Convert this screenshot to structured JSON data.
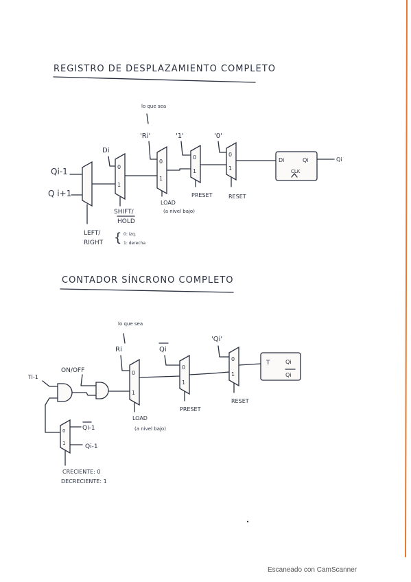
{
  "colors": {
    "ink": "#2a3140",
    "paper": "#fbfaf8",
    "edge": "#e57a2e"
  },
  "title1": "REGISTRO DE DESPLAZAMIENTO COMPLETO",
  "title2": "CONTADOR SÍNCRONO COMPLETO",
  "reg": {
    "q_prev": "Qi-1",
    "q_next": "Q i+1",
    "di": "Di",
    "lo_que_sea": "lo que sea",
    "ri_quote": "'Ri'",
    "one_quote": "'1'",
    "zero_quote": "'0'",
    "zero": "0",
    "one": "1",
    "left_right_1": "LEFT/",
    "left_right_2": "RIGHT",
    "lr_opt0": "0: izq.",
    "lr_opt1": "1: derecha",
    "shift_1": "SHIFT/",
    "shift_2": "HOLD",
    "load": "LOAD",
    "load_note": "(a nivel bajo)",
    "preset": "PRESET",
    "reset": "RESET",
    "ff_d": "Di",
    "ff_q": "Qi",
    "ff_clk": "CLK",
    "out_q": "Qi"
  },
  "cnt": {
    "ti": "Ti-1",
    "on_off": "ON/OFF",
    "lo_que_sea": "lo que sea",
    "ri": "Ri",
    "qi_bar": "Qi",
    "qi_quote": "'Qi'",
    "qi_prev_bar": "Qi-1",
    "qi_prev": "Qi-1",
    "zero": "0",
    "one": "1",
    "load": "LOAD",
    "load_note": "(a nivel bajo)",
    "preset": "PRESET",
    "reset": "RESET",
    "ff_t": "T",
    "ff_q": "Qi",
    "ff_qbar": "Qi",
    "mode0": "CRECIENTE: 0",
    "mode1": "DECRECIENTE: 1"
  },
  "footer": "Escaneado con CamScanner"
}
